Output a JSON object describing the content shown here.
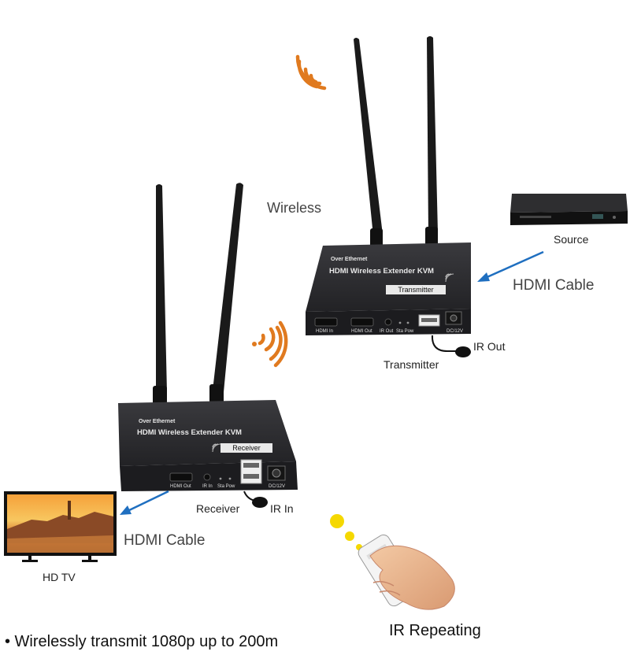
{
  "labels": {
    "wireless": "Wireless",
    "source": "Source",
    "hdmi_cable_source": "HDMI Cable",
    "ir_out": "IR Out",
    "transmitter": "Transmitter",
    "receiver": "Receiver",
    "ir_in": "IR In",
    "hdmi_cable_tv": "HDMI Cable",
    "hd_tv": "HD TV",
    "ir_repeating": "IR Repeating",
    "feature": "• Wirelessly transmit 1080p up to 200m"
  },
  "transmitter_unit": {
    "line1": "Over Ethernet",
    "line2": "HDMI Wireless Extender  KVM",
    "tag": "Transmitter",
    "port_hdmi_in": "HDMI In",
    "port_hdmi_out": "HDMI Out",
    "port_ir_out": "IR Out",
    "port_sta_pow": "Sta Pow",
    "port_dc": "DC/12V"
  },
  "receiver_unit": {
    "line1": "Over Ethernet",
    "line2": "HDMI Wireless Extender  KVM",
    "tag": "Receiver",
    "port_hdmi_out": "HDMI Out",
    "port_ir_in": "IR In",
    "port_sta_pow": "Sta Pow",
    "port_dc": "DC/12V"
  },
  "colors": {
    "device_body": "#2b2b2e",
    "arrow_blue": "#1f6fc0",
    "wifi_orange": "#e07a1f",
    "ir_yellow": "#f5d800"
  }
}
